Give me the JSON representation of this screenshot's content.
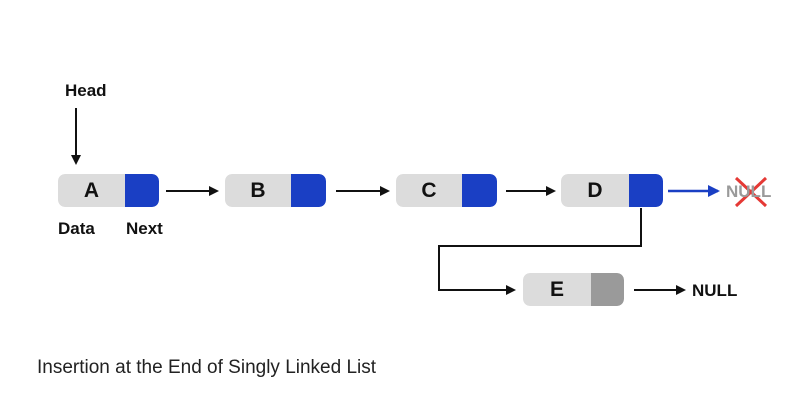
{
  "head_label": "Head",
  "data_label": "Data",
  "next_label": "Next",
  "nodes": [
    {
      "label": "A"
    },
    {
      "label": "B"
    },
    {
      "label": "C"
    },
    {
      "label": "D"
    },
    {
      "label": "E"
    }
  ],
  "old_null_label": "NULL",
  "new_null_label": "NULL",
  "caption": "Insertion at the End of Singly Linked List",
  "colors": {
    "data_fill": "#dcdcdc",
    "next_fill": "#1a3fc4",
    "new_next_fill": "#9a9a9a",
    "arrow": "#111111",
    "old_link": "#1a3fc4",
    "cross": "#e53935"
  }
}
